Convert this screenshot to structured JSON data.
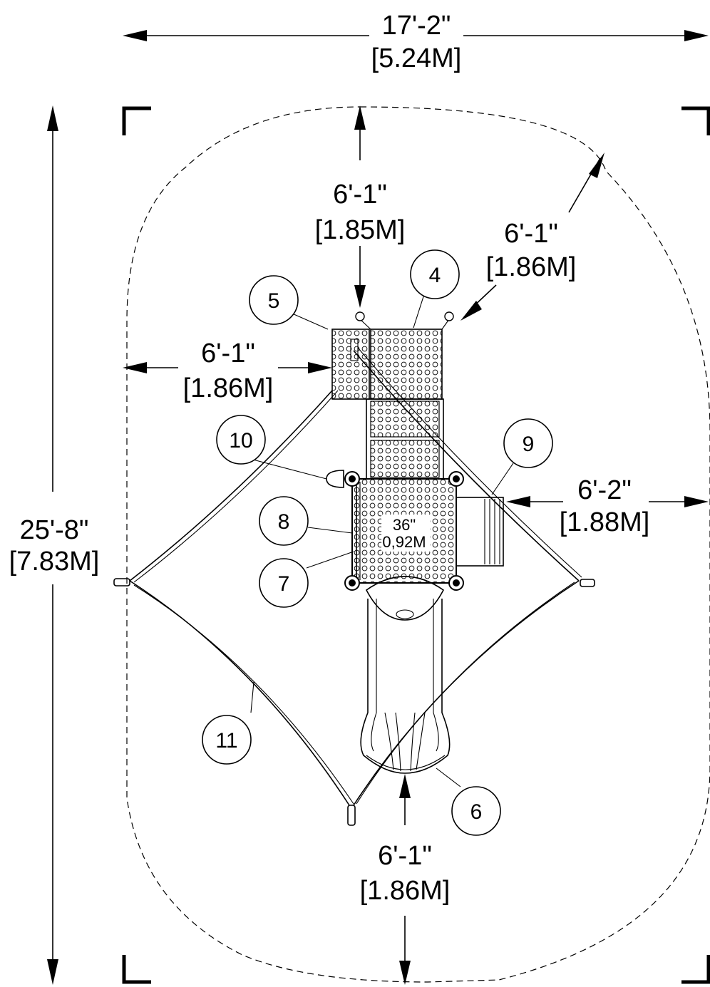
{
  "dimensions": {
    "overall_width": {
      "imperial": "17'-2\"",
      "metric": "[5.24M]"
    },
    "overall_length": {
      "imperial": "25'-8\"",
      "metric": "[7.83M]"
    },
    "top_clearance": {
      "imperial": "6'-1\"",
      "metric": "[1.85M]"
    },
    "diagonal_clearance": {
      "imperial": "6'-1\"",
      "metric": "[1.86M]"
    },
    "left_clearance": {
      "imperial": "6'-1\"",
      "metric": "[1.86M]"
    },
    "right_clearance": {
      "imperial": "6'-2\"",
      "metric": "[1.88M]"
    },
    "bottom_clearance": {
      "imperial": "6'-1\"",
      "metric": "[1.86M]"
    }
  },
  "deck_height": {
    "imperial": "36\"",
    "metric": "0,92M"
  },
  "callouts": [
    "4",
    "5",
    "6",
    "7",
    "8",
    "9",
    "10",
    "11"
  ]
}
